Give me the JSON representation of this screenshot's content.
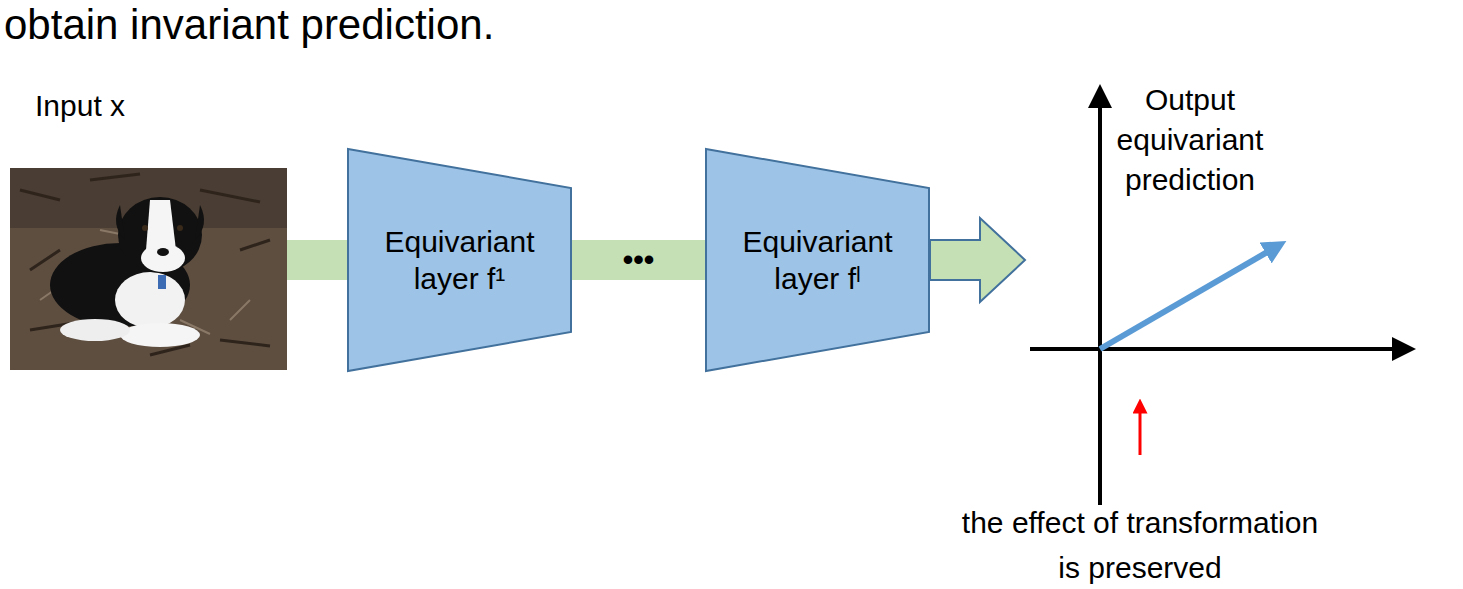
{
  "diagram": {
    "nodes": [
      {
        "text": [
          "Equivariant layer f¹"
        ]
      },
      {
        "text": [
          "Equivariant layer fˡ"
        ]
      }
    ],
    "edges": [
      {
        "from": 0,
        "to": 1,
        "arrow": "none",
        "label": "•••"
      }
    ],
    "labels": [
      "obtain invariant prediction.",
      "Input x",
      "Output equivariant prediction",
      "the effect of transformation is preserved"
    ]
  }
}
